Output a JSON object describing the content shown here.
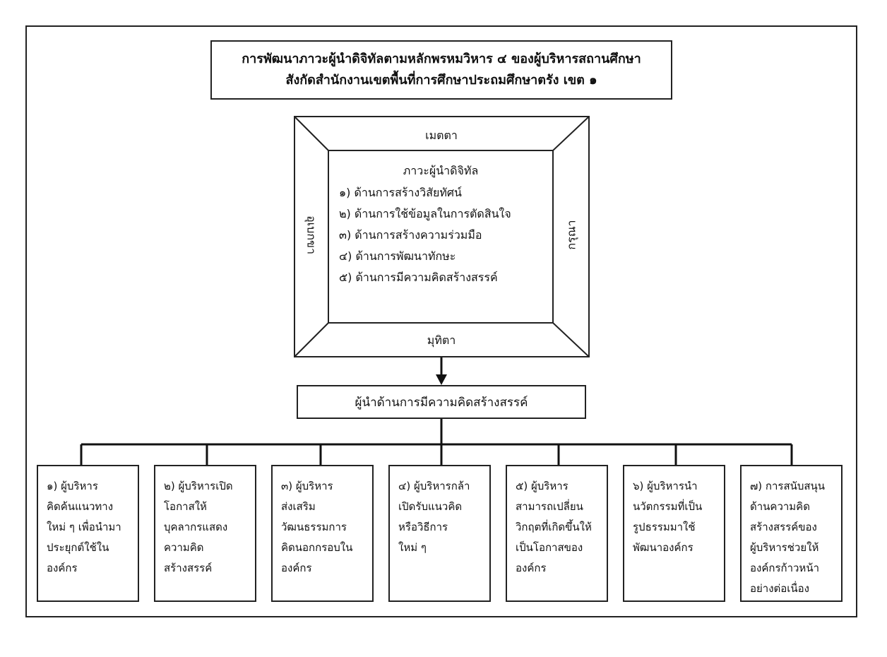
{
  "title": {
    "line1": "การพัฒนาภาวะผู้นำดิจิทัลตามหลักพรหมวิหาร ๔ ของผู้บริหารสถานศึกษา",
    "line2": "สังกัดสำนักงานเขตพื้นที่การศึกษาประถมศึกษาตรัง เขต ๑"
  },
  "virtues": {
    "top": "เมตตา",
    "right": "กรุณา",
    "bottom": "มุทิตา",
    "left": "อุเบกขา"
  },
  "digital_leadership": {
    "heading": "ภาวะผู้นำดิจิทัล",
    "items": [
      "๑) ด้านการสร้างวิสัยทัศน์",
      "๒) ด้านการใช้ข้อมูลในการตัดสินใจ",
      "๓) ด้านการสร้างความร่วมมือ",
      "๔) ด้านการพัฒนาทักษะ",
      "๕) ด้านการมีความคิดสร้างสรรค์"
    ]
  },
  "creative_leader": "ผู้นำด้านการมีความคิดสร้างสรรค์",
  "leaves": [
    "๑) ผู้บริหาร\nคิดค้นแนวทาง\nใหม่ ๆ เพื่อนำมา\nประยุกต์ใช้ใน\nองค์กร",
    "๒) ผู้บริหารเปิด\nโอกาสให้\nบุคลากรแสดง\nความคิด\nสร้างสรรค์",
    "๓) ผู้บริหาร\nส่งเสริม\nวัฒนธรรมการ\nคิดนอกกรอบใน\nองค์กร",
    "๔) ผู้บริหารกล้า\nเปิดรับแนวคิด\nหรือวิธีการ\nใหม่ ๆ",
    "๕) ผู้บริหาร\nสามารถเปลี่ยน\nวิกฤตที่เกิดขึ้นให้\nเป็นโอกาสของ\nองค์กร",
    "๖) ผู้บริหารนำ\nนวัตกรรมที่เป็น\nรูปธรรมมาใช้\nพัฒนาองค์กร",
    "๗) การสนับสนุน\nด้านความคิด\nสร้างสรรค์ของ\nผู้บริหารช่วยให้\nองค์กรก้าวหน้า\nอย่างต่อเนื่อง"
  ]
}
